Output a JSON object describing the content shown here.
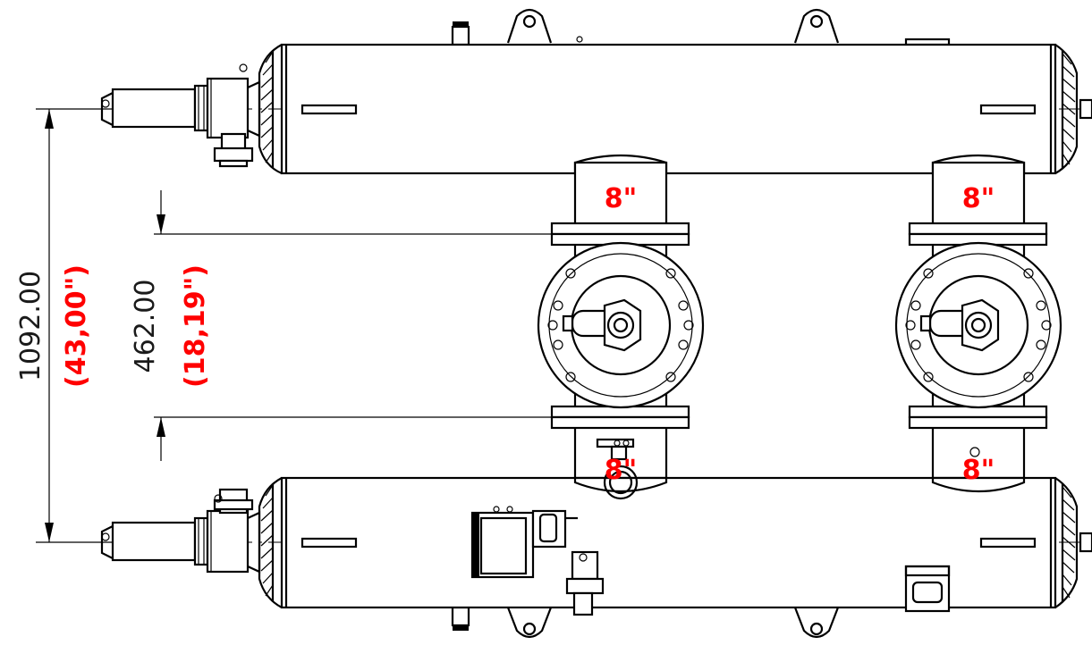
{
  "dimensions": {
    "outer": {
      "value_mm": "1092.00",
      "value_in": "(43,00\")"
    },
    "inner": {
      "value_mm": "462.00",
      "value_in": "(18,19\")"
    }
  },
  "pipe_size_labels": {
    "top_left": "8\"",
    "top_right": "8\"",
    "bottom_left": "8\"",
    "bottom_right": "8\""
  },
  "colors": {
    "line": "#000000",
    "annotation": "#ff0000",
    "dimension_text": "#1a1a1a"
  }
}
